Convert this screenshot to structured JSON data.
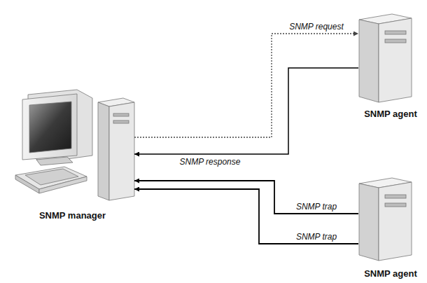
{
  "diagram": {
    "nodes": [
      {
        "text": [
          "SNMP manager"
        ]
      },
      {
        "text": [
          "SNMP agent"
        ]
      },
      {
        "text": [
          "SNMP agent"
        ]
      }
    ],
    "edges": [
      {
        "from": 0,
        "to": 1,
        "arrow": "to",
        "label": "SNMP request"
      },
      {
        "from": 1,
        "to": 0,
        "arrow": "to",
        "label": "SNMP response"
      },
      {
        "from": 2,
        "to": 0,
        "arrow": "to",
        "label": "SNMP trap"
      },
      {
        "from": 2,
        "to": 0,
        "arrow": "to",
        "label": "SNMP trap"
      }
    ]
  }
}
